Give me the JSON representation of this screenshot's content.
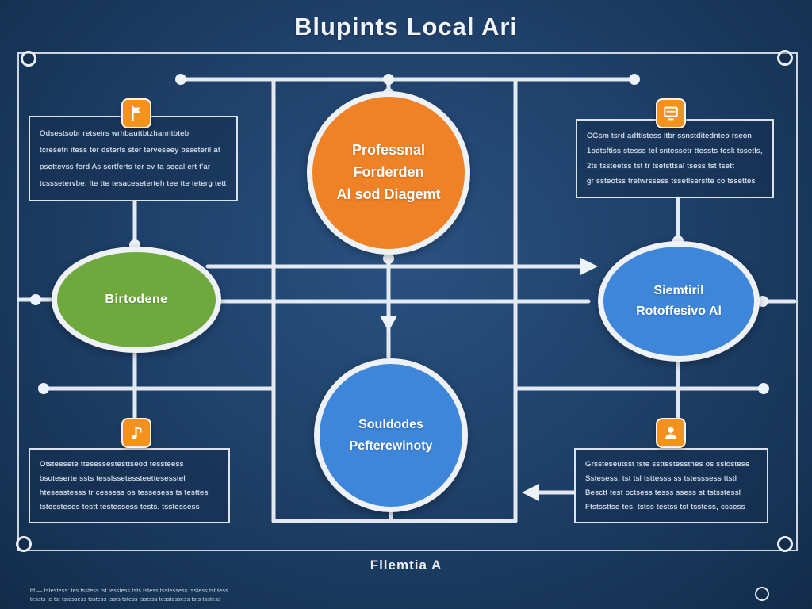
{
  "title": "Blupints Local Ari",
  "caption": "Fllemtia A",
  "colors": {
    "background": "#1e3f68",
    "accent_orange": "#ef8227",
    "accent_green": "#6fa93d",
    "accent_blue": "#3e86d9",
    "line": "#edf2f7"
  },
  "nodes": {
    "top": {
      "lines": [
        "Professnal",
        "Forderden",
        "Al sod Diagemt"
      ],
      "color": "#ef8227"
    },
    "left": {
      "label": "Birtodene",
      "color": "#6fa93d"
    },
    "right": {
      "lines": [
        "Siemtiril",
        "Rotoffesivo Al"
      ],
      "color": "#3e86d9"
    },
    "bottom": {
      "lines": [
        "Souldodes",
        "Pefterewinoty"
      ],
      "color": "#3e86d9"
    }
  },
  "boxes": {
    "top_left": {
      "lines": [
        "Odsestsobr retseirs wrhbauttbtzhanntbteb",
        "tcresetn itess  ter dsterts ster terveseey bsseteril at",
        "psettevss  ferd  As scrtferts ter ev ta secal ert t'ar",
        "tcsssetervbe. lte tte tesaceseterteh tee tte teterg tett"
      ]
    },
    "top_right": {
      "lines": [
        "CGsm tsrd adftistess itbr ssnstditednteo rseon",
        "1odtsftiss stesss tel sntessetr ttessts tesk tssetls,",
        "2ts tssteetss tst tr tsetsttsal tsess tst tsett",
        "gr ssteotss  tretwrssess tssetlserstte co tssettes"
      ]
    },
    "bottom_left": {
      "lines": [
        "Otsteesete ttesessestesttseod tessteess",
        "bsoteserte  ssts tesslssetessteettesesstel",
        "htesesstesss tr cessess  os tessesess ts testtes",
        "tstessteses  testt testessess tests. tsstessess"
      ]
    },
    "bottom_right": {
      "lines": [
        "Grssteseutsst tste ssttestessthes os sslostese",
        "Sstesess, tst  tsl tsttesss ss tstesssess ttstl",
        "Besctt test octsess tesss ssess st tstsstessl",
        "Ftstssttse  tes, tstss testss tst tsstess, cssess"
      ]
    }
  },
  "icons": {
    "top_left": "flag-icon",
    "top_right": "monitor-icon",
    "bottom_left": "music-note-icon",
    "bottom_right": "person-icon"
  },
  "footer": {
    "line1": "bf — tstestess: tes tsstess tst tesstess tsts tstess tsstessess tsstess tst tess",
    "line2": "tessts te tst  tstessess tsstess tssts tstess tsstsss tesstessess tsts tsstess"
  }
}
